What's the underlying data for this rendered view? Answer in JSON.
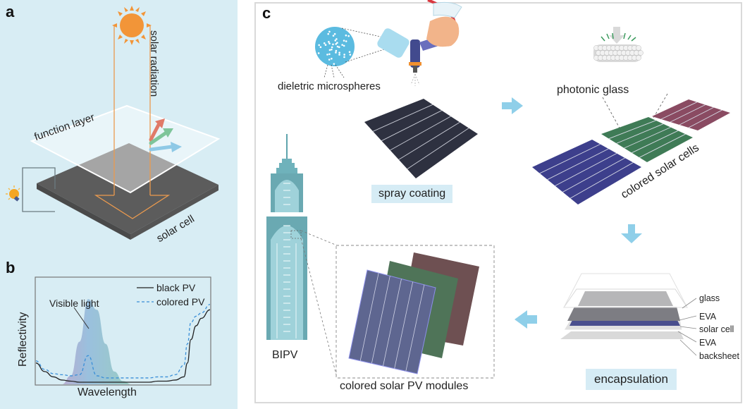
{
  "figure": {
    "panels": {
      "a": {
        "label": "a",
        "solar_radiation_label": "solar radiation",
        "function_layer_label": "function layer",
        "solar_cell_label": "solar cell",
        "colors": {
          "sun": "#f29538",
          "radiation_arrow": "#eb9a4e",
          "cell": "#5c5c5c",
          "reflect_red": "#e07a68",
          "reflect_green": "#7ec59a",
          "reflect_blue": "#8ec9e6",
          "background": "#d8edf4"
        }
      },
      "b": {
        "label": "b",
        "annotation": "Visible light"
      },
      "c": {
        "label": "c",
        "dielectric_label": "dieletric microspheres",
        "spray_coating_tag": "spray coating",
        "photonic_glass_label": "photonic glass",
        "colored_cells_label": "colored solar cells",
        "encapsulation_tag": "encapsulation",
        "layers": [
          "glass",
          "EVA",
          "solar cell",
          "EVA",
          "backsheet"
        ],
        "bipv_label": "BIPV",
        "modules_label": "colored solar PV modules",
        "colors": {
          "arrow": "#8fcfe9",
          "tag_bg": "#d6ecf5",
          "cell_blue": "#3d3f8c",
          "cell_green": "#3f7b56",
          "cell_red": "#8a4b62",
          "module_blue": "#5e6690",
          "module_green": "#4f7458",
          "module_red": "#6e5052",
          "building": "#7bbcc6"
        }
      }
    }
  },
  "chart_data": {
    "type": "line",
    "title": "",
    "xlabel": "Wavelength",
    "ylabel": "Reflectivity",
    "xlim": [
      0,
      100
    ],
    "ylim": [
      0,
      100
    ],
    "grid": false,
    "legend": {
      "placement": "top-right",
      "entries": [
        "black PV",
        "colored PV"
      ]
    },
    "annotations": [
      "Visible light"
    ],
    "x": [
      0,
      5,
      10,
      15,
      20,
      25,
      30,
      35,
      40,
      45,
      50,
      55,
      60,
      65,
      70,
      75,
      80,
      85,
      87,
      89,
      92,
      95,
      100
    ],
    "series": [
      {
        "name": "black PV",
        "style": "solid",
        "color": "#222222",
        "values": [
          20,
          12,
          7,
          4,
          3,
          2,
          2,
          2,
          2,
          2,
          2,
          2,
          2,
          2,
          3,
          3,
          4,
          7,
          20,
          42,
          55,
          62,
          70
        ]
      },
      {
        "name": "colored PV",
        "style": "dashed",
        "color": "#3a8fd8",
        "values": [
          22,
          14,
          10,
          9,
          8,
          9,
          27,
          8,
          6,
          6,
          6,
          6,
          6,
          6,
          7,
          7,
          9,
          18,
          38,
          58,
          64,
          67,
          75
        ]
      },
      {
        "name": "Visible light",
        "style": "filled-spectrum",
        "values": [
          0,
          0,
          0,
          0,
          8,
          40,
          80,
          70,
          38,
          12,
          3,
          0,
          0,
          0,
          0,
          0,
          0,
          0,
          0,
          0,
          0,
          0,
          0
        ]
      }
    ]
  }
}
